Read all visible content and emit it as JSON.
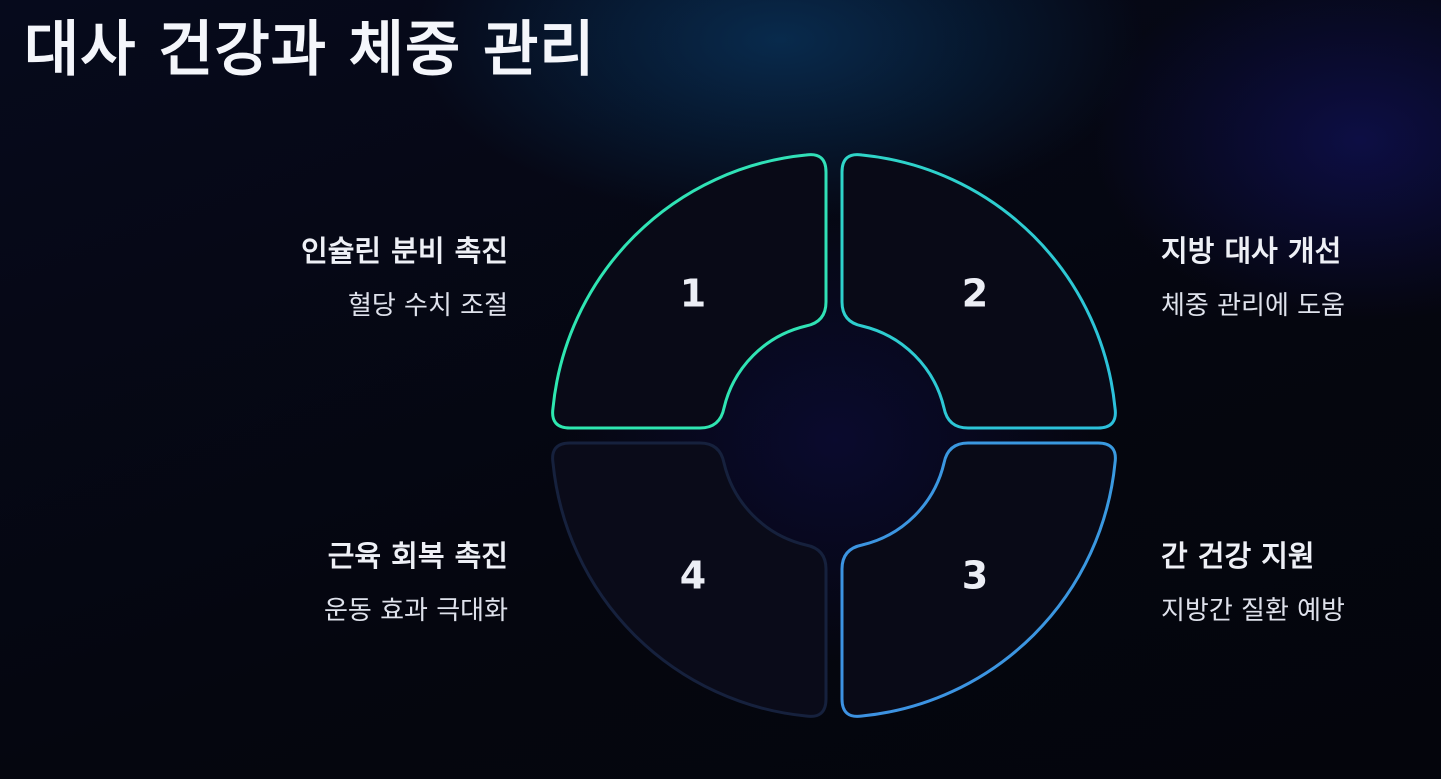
{
  "title": "대사 건강과 체중 관리",
  "segments": [
    {
      "number": "1",
      "title": "인슐린 분비 촉진",
      "desc": "혈당 수치 조절",
      "color": "#2ee8b0"
    },
    {
      "number": "2",
      "title": "지방 대사 개선",
      "desc": "체중 관리에 도움",
      "color": "#2ccbd8"
    },
    {
      "number": "3",
      "title": "간 건강 지원",
      "desc": "지방간 질환 예방",
      "color": "#3a9ae0"
    },
    {
      "number": "4",
      "title": "근육 회복 촉진",
      "desc": "운동 효과 극대화",
      "color": "#16213d"
    }
  ],
  "colors": {
    "background": "#05060f",
    "segment_fill": "#090a17",
    "text": "#eceef5"
  }
}
